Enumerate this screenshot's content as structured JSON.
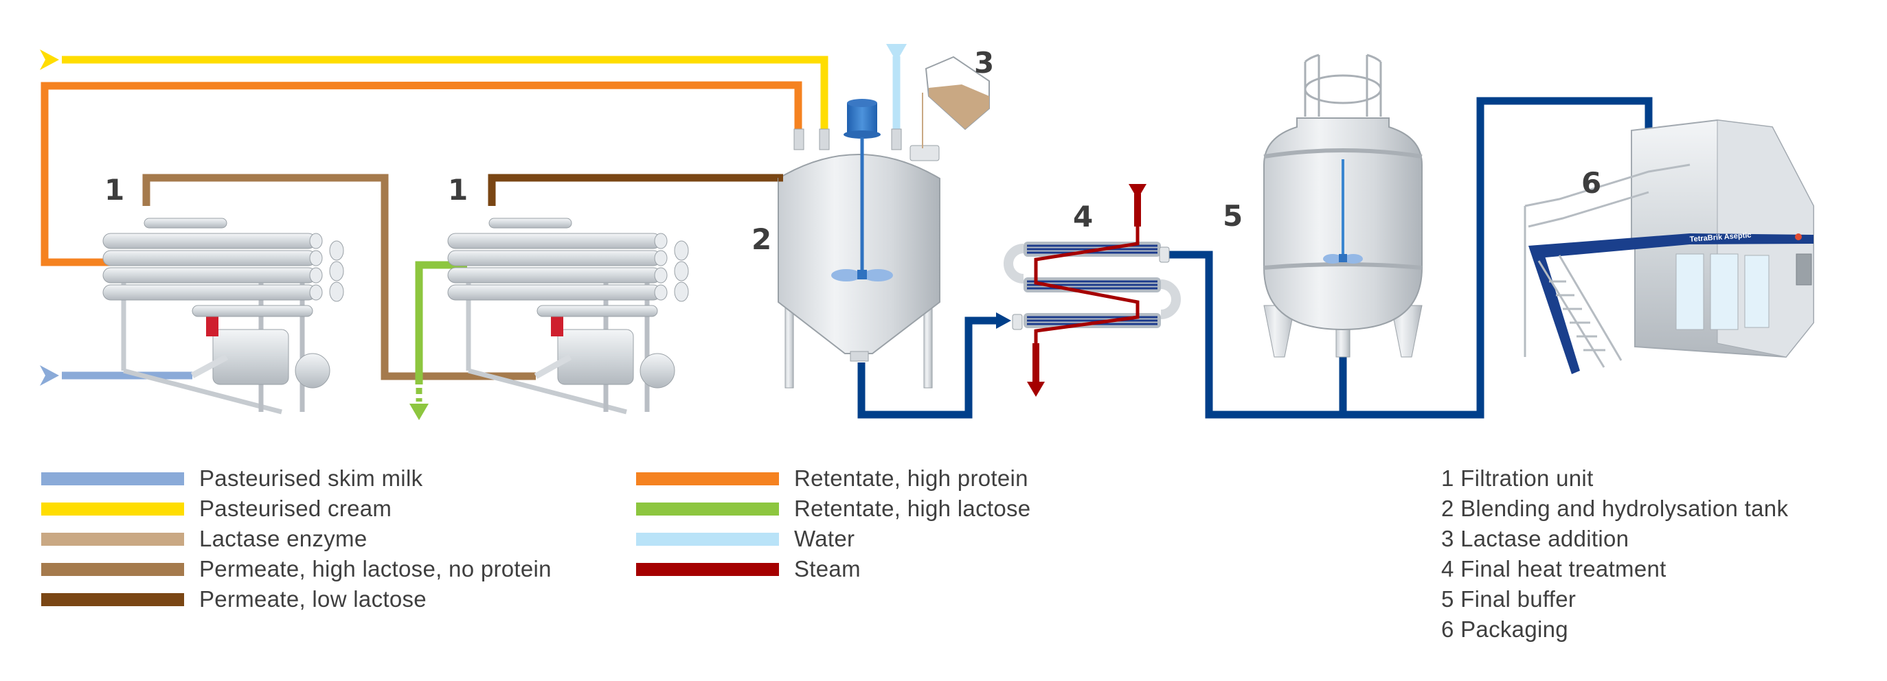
{
  "title": "Lactose-free milk processing line",
  "equipment_labels": {
    "filtration_1a": "1",
    "filtration_1b": "1",
    "tank": "2",
    "lactase": "3",
    "heat": "4",
    "buffer": "5",
    "packaging": "6",
    "machine_brand": "TetraBrik Aseptic"
  },
  "colors": {
    "skim_milk": "#8aaad8",
    "cream": "#ffdd00",
    "lactase": "#c9a883",
    "permeate_high": "#a57a4c",
    "permeate_low": "#7a4614",
    "retentate_protein": "#f58220",
    "retentate_lactose": "#8dc63f",
    "water": "#b9e3f8",
    "steam": "#a50000",
    "product": "#003f8a"
  },
  "legend_left": [
    {
      "label": "Pasteurised skim milk",
      "color": "#8aaad8"
    },
    {
      "label": "Pasteurised cream",
      "color": "#ffdd00"
    },
    {
      "label": "Lactase enzyme",
      "color": "#c9a883"
    },
    {
      "label": "Permeate, high lactose, no protein",
      "color": "#a57a4c"
    },
    {
      "label": "Permeate, low lactose",
      "color": "#7a4614"
    }
  ],
  "legend_middle": [
    {
      "label": "Retentate, high protein",
      "color": "#f58220"
    },
    {
      "label": "Retentate, high lactose",
      "color": "#8dc63f"
    },
    {
      "label": "Water",
      "color": "#b9e3f8"
    },
    {
      "label": "Steam",
      "color": "#a50000"
    }
  ],
  "key": [
    "1 Filtration unit",
    "2 Blending and hydrolysation tank",
    "3 Lactase addition",
    "4 Final heat treatment",
    "5 Final buffer",
    "6 Packaging"
  ]
}
